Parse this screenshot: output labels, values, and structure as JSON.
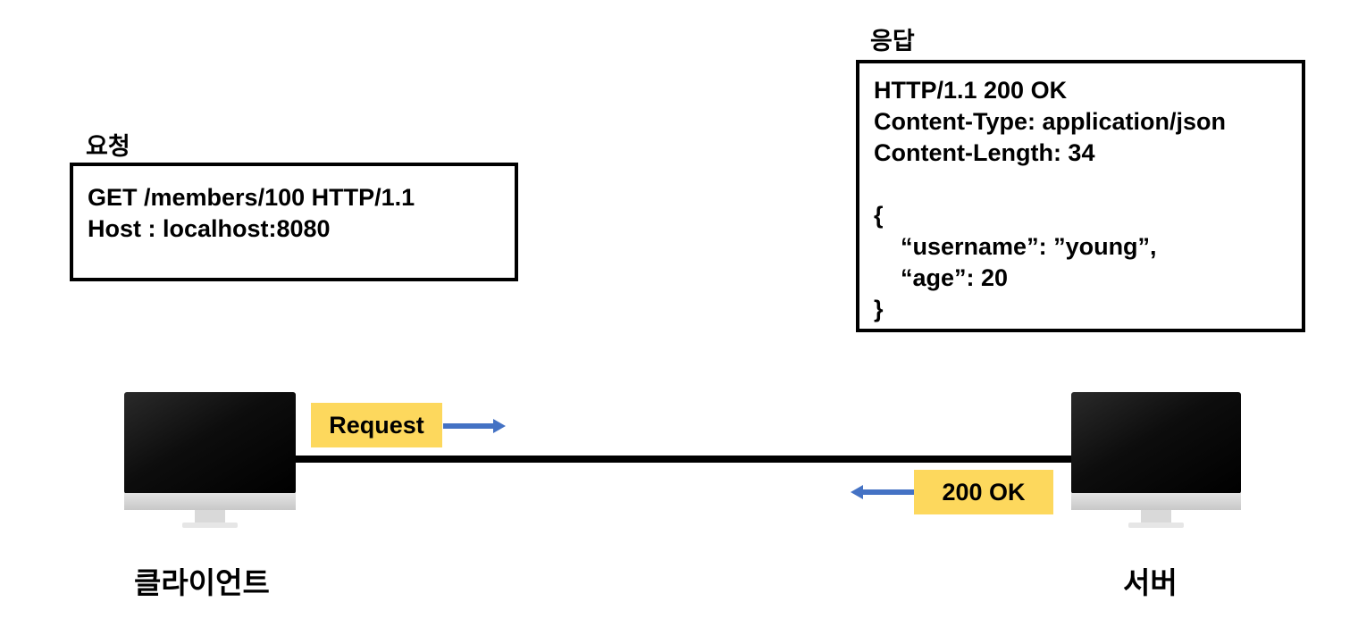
{
  "request": {
    "title": "요청",
    "lines": [
      "GET /members/100 HTTP/1.1",
      "Host : localhost:8080"
    ]
  },
  "response": {
    "title": "응답",
    "lines": [
      "HTTP/1.1 200 OK",
      "Content-Type: application/json",
      "Content-Length: 34",
      "",
      "{",
      "    “username”: ”young”,",
      "    “age”: 20",
      "}"
    ]
  },
  "client": {
    "label": "클라이언트",
    "icon": "monitor-icon"
  },
  "server": {
    "label": "서버",
    "icon": "monitor-icon"
  },
  "request_tag": {
    "label": "Request",
    "color": "#fdd85d"
  },
  "response_tag": {
    "label": "200 OK",
    "color": "#fdd85d"
  },
  "arrow_color": "#4472c4"
}
